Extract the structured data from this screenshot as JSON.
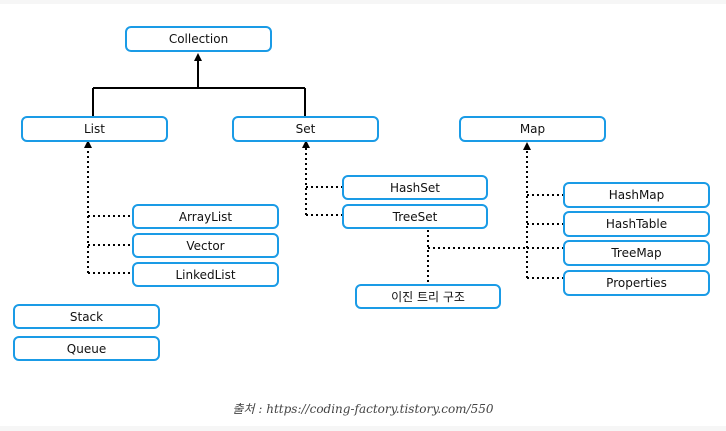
{
  "diagram": {
    "nodes": {
      "collection": "Collection",
      "list": "List",
      "set": "Set",
      "map": "Map",
      "arraylist": "ArrayList",
      "vector": "Vector",
      "linkedlist": "LinkedList",
      "stack": "Stack",
      "queue": "Queue",
      "hashset": "HashSet",
      "treeset": "TreeSet",
      "binary_tree": "이진 트리 구조",
      "hashmap": "HashMap",
      "hashtable": "HashTable",
      "treemap": "TreeMap",
      "properties": "Properties"
    },
    "edges": [
      {
        "from": "List",
        "to": "Collection",
        "style": "solid"
      },
      {
        "from": "Set",
        "to": "Collection",
        "style": "solid"
      },
      {
        "from": "ArrayList",
        "to": "List",
        "style": "dotted"
      },
      {
        "from": "Vector",
        "to": "List",
        "style": "dotted"
      },
      {
        "from": "LinkedList",
        "to": "List",
        "style": "dotted"
      },
      {
        "from": "HashSet",
        "to": "Set",
        "style": "dotted"
      },
      {
        "from": "TreeSet",
        "to": "Set",
        "style": "dotted"
      },
      {
        "from": "HashMap",
        "to": "Map",
        "style": "dotted"
      },
      {
        "from": "HashTable",
        "to": "Map",
        "style": "dotted"
      },
      {
        "from": "TreeMap",
        "to": "Map",
        "style": "dotted"
      },
      {
        "from": "Properties",
        "to": "Map",
        "style": "dotted"
      },
      {
        "from": "TreeSet",
        "to": "TreeMap",
        "style": "dotted"
      },
      {
        "from": "TreeSet",
        "to": "이진 트리 구조",
        "style": "dotted"
      }
    ],
    "colors": {
      "box_border": "#1a9be6",
      "line": "#000000",
      "caption": "#444444"
    }
  },
  "caption": "출처 : https://coding-factory.tistory.com/550"
}
